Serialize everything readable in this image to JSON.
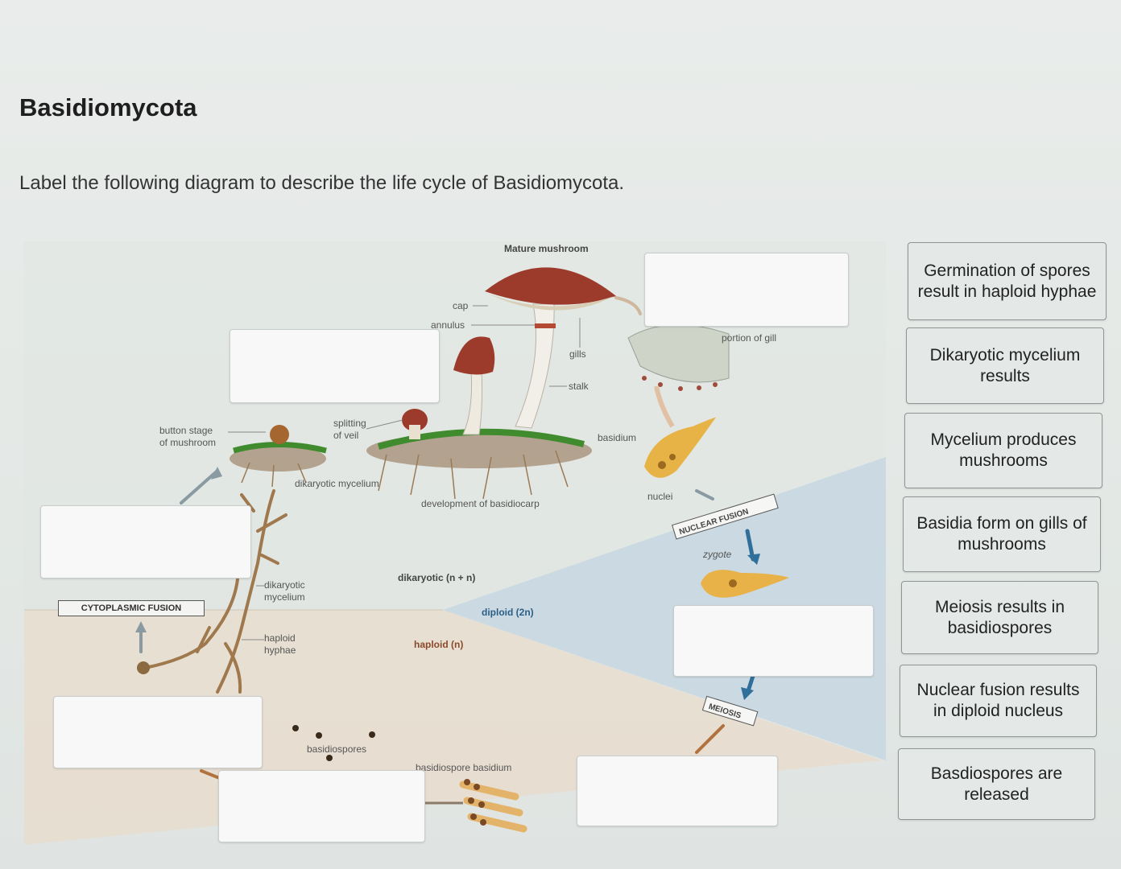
{
  "page": {
    "title": "Basidiomycota",
    "instruction": "Label the following diagram to describe the life cycle of Basidiomycota."
  },
  "diagram": {
    "labels": {
      "mature_mushroom": "Mature mushroom",
      "cap": "cap",
      "annulus": "annulus",
      "gills": "gills",
      "stalk": "stalk",
      "portion_of_gill": "portion of gill",
      "basidium": "basidium",
      "nuclei": "nuclei",
      "nuclear_fusion": "NUCLEAR FUSION",
      "zygote": "zygote",
      "meiosis": "MEIOSIS",
      "button_stage_1": "button stage",
      "button_stage_2": "of mushroom",
      "splitting_1": "splitting",
      "splitting_2": "of veil",
      "dikaryotic_mycelium_top": "dikaryotic mycelium",
      "development": "development of basidiocarp",
      "dikaryotic_mycelium_1": "dikaryotic",
      "dikaryotic_mycelium_2": "mycelium",
      "haploid_hyphae_1": "haploid",
      "haploid_hyphae_2": "hyphae",
      "cytoplasmic_fusion": "CYTOPLASMIC FUSION",
      "dikaryotic_phase": "dikaryotic (n + n)",
      "diploid_phase": "diploid (2n)",
      "haploid_phase": "haploid (n)",
      "basidiospores": "basidiospores",
      "basidiospore_basidium": "basidiospore basidium"
    }
  },
  "answer_cards": [
    "Germination of spores result in haploid hyphae",
    "Dikaryotic mycelium results",
    "Mycelium produces mushrooms",
    "Basidia form on gills of mushrooms",
    "Meiosis results in basidiospores",
    "Nuclear fusion results in diploid nucleus",
    "Basdiospores are released"
  ],
  "colors": {
    "diploid_region": "#c9d8e0",
    "haploid_region": "#e6ddd0",
    "mushroom_cap": "#9c3b2b",
    "hyphae": "#a0784e"
  }
}
